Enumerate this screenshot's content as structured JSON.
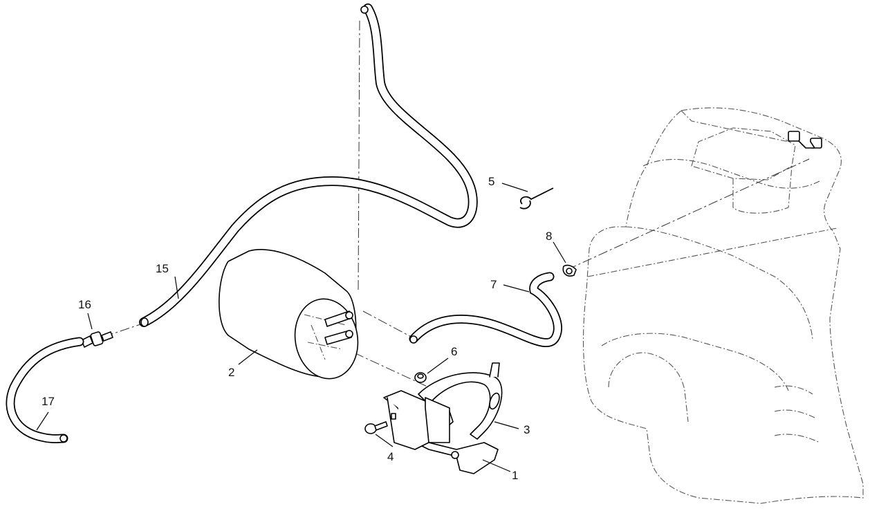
{
  "callouts": {
    "c1": "1",
    "c2": "2",
    "c3": "3",
    "c4": "4",
    "c5": "5",
    "c6": "6",
    "c7": "7",
    "c8": "8",
    "c15": "15",
    "c16": "16",
    "c17": "17"
  }
}
